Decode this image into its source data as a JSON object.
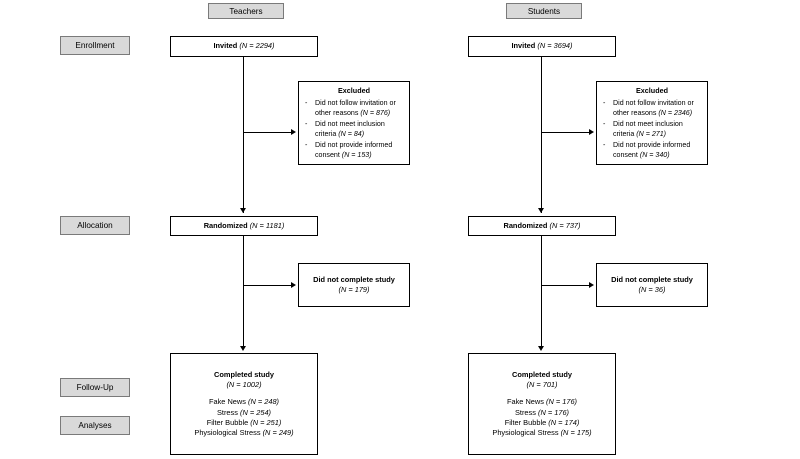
{
  "headers": [
    {
      "label": "Teachers"
    },
    {
      "label": "Students"
    }
  ],
  "stages": [
    {
      "label": "Enrollment"
    },
    {
      "label": "Allocation"
    },
    {
      "label": "Follow-Up"
    },
    {
      "label": "Analyses"
    }
  ],
  "columns": {
    "teachers": {
      "invited": {
        "title": "Invited",
        "n": "(N = 2294)"
      },
      "excluded": {
        "title": "Excluded",
        "items": [
          {
            "text": "Did not follow invitation or other reasons",
            "n": "(N = 876)",
            "n_inline": false
          },
          {
            "text": "Did not meet inclusion criteria",
            "n": "(N = 84)",
            "n_inline": true
          },
          {
            "text": "Did not provide informed consent",
            "n": "(N = 153)",
            "n_inline": false
          }
        ]
      },
      "randomized": {
        "title": "Randomized",
        "n": "(N = 1181)"
      },
      "dropout": {
        "title": "Did not complete study",
        "n": "(N = 179)"
      },
      "completed": {
        "title": "Completed study",
        "n": "(N = 1002)",
        "analyses": [
          {
            "label": "Fake News",
            "n": "(N = 248)"
          },
          {
            "label": "Stress",
            "n": "(N = 254)"
          },
          {
            "label": "Filter Bubble",
            "n": "(N = 251)"
          },
          {
            "label": "Physiological Stress",
            "n": "(N = 249)"
          }
        ]
      }
    },
    "students": {
      "invited": {
        "title": "Invited",
        "n": "(N = 3694)"
      },
      "excluded": {
        "title": "Excluded",
        "items": [
          {
            "text": "Did not follow invitation or other reasons",
            "n": "(N = 2346)",
            "n_inline": false
          },
          {
            "text": "Did not meet inclusion criteria",
            "n": "(N = 271)",
            "n_inline": true
          },
          {
            "text": "Did not provide informed consent",
            "n": "(N = 340)",
            "n_inline": false
          }
        ]
      },
      "randomized": {
        "title": "Randomized",
        "n": "(N = 737)"
      },
      "dropout": {
        "title": "Did not complete study",
        "n": "(N = 36)"
      },
      "completed": {
        "title": "Completed study",
        "n": "(N = 701)",
        "analyses": [
          {
            "label": "Fake News",
            "n": "(N = 176)"
          },
          {
            "label": "Stress",
            "n": "(N = 176)"
          },
          {
            "label": "Filter Bubble",
            "n": "(N = 174)"
          },
          {
            "label": "Physiological Stress",
            "n": "(N = 175)"
          }
        ]
      }
    }
  },
  "colors": {
    "stage_fill": "#d9d9d9",
    "stage_border": "#7a7a7a",
    "box_border": "#000000",
    "line": "#000000",
    "background": "#ffffff"
  }
}
